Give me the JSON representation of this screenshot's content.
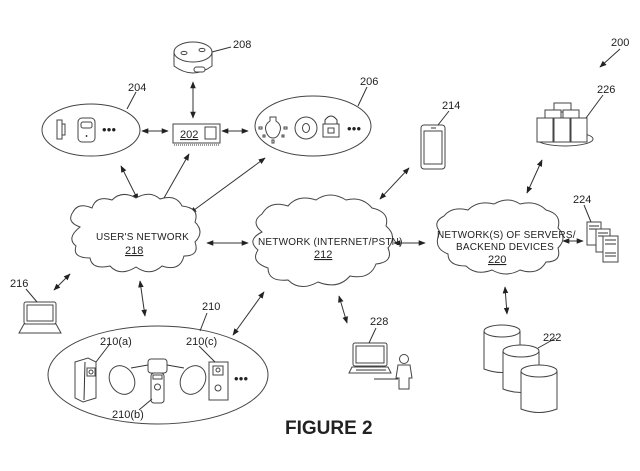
{
  "figure": {
    "title": "FIGURE 2",
    "system_ref": "200"
  },
  "nodes": {
    "hub_device": {
      "ref": "202"
    },
    "sensor_group": {
      "ref": "204"
    },
    "automation_group": {
      "ref": "206"
    },
    "voice_speaker": {
      "ref": "208"
    },
    "camera_group": {
      "ref": "210",
      "items": [
        {
          "ref": "210(a)",
          "kind": "doorbell-camera"
        },
        {
          "ref": "210(b)",
          "kind": "floodlight-camera"
        },
        {
          "ref": "210(c)",
          "kind": "doorbell-camera"
        }
      ]
    },
    "internet_network": {
      "caption": "NETWORK (INTERNET/PSTN)",
      "ref": "212"
    },
    "mobile_device": {
      "ref": "214"
    },
    "user_laptop": {
      "ref": "216"
    },
    "users_network": {
      "caption": "USER'S NETWORK",
      "ref": "218"
    },
    "backend_network": {
      "caption_line1": "NETWORK(S) OF SERVERS/",
      "caption_line2": "BACKEND DEVICES",
      "ref": "220"
    },
    "databases": {
      "ref": "222"
    },
    "api_servers": {
      "ref": "224"
    },
    "server_cluster": {
      "ref": "226"
    },
    "admin_station": {
      "ref": "228"
    }
  },
  "ellipsis": "•••",
  "connections": [
    [
      "204",
      "202"
    ],
    [
      "202",
      "206"
    ],
    [
      "208",
      "202"
    ],
    [
      "204",
      "218"
    ],
    [
      "202",
      "218"
    ],
    [
      "206",
      "218"
    ],
    [
      "218",
      "212"
    ],
    [
      "212",
      "220"
    ],
    [
      "214",
      "212"
    ],
    [
      "216",
      "218"
    ],
    [
      "218",
      "210"
    ],
    [
      "210",
      "212"
    ],
    [
      "212",
      "228"
    ],
    [
      "226",
      "220"
    ],
    [
      "220",
      "224"
    ],
    [
      "220",
      "222"
    ]
  ]
}
